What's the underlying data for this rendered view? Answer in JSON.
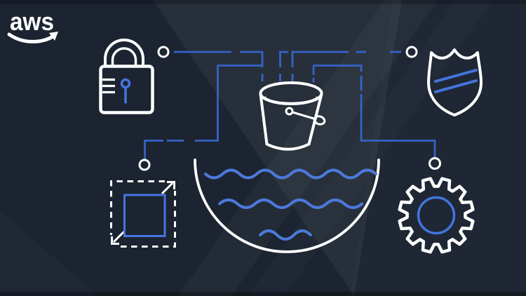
{
  "logo": {
    "text": "aws"
  },
  "colors": {
    "background": "#1B2430",
    "shard_light": "#27313F",
    "white": "#FFFFFF",
    "circuit_blue": "#3563C8",
    "accent_blue": "#4573DF",
    "wave_blue": "#4C79DA"
  },
  "icons": [
    {
      "name": "aws-logo",
      "meaning": "aws brand logo with smile arrow"
    },
    {
      "name": "lock-icon",
      "meaning": "security padlock with blue keyhole"
    },
    {
      "name": "shield-icon",
      "meaning": "protection shield with two blue stripes"
    },
    {
      "name": "bucket-icon",
      "meaning": "storage bucket with handle"
    },
    {
      "name": "bowl-icon",
      "meaning": "semicircle bowl of water"
    },
    {
      "name": "waves-icon",
      "meaning": "three blue water wave lines"
    },
    {
      "name": "resize-icon",
      "meaning": "dashed square with expand arrows and blue inner square"
    },
    {
      "name": "gear-icon",
      "meaning": "settings gear with blue center circle"
    },
    {
      "name": "node-circle",
      "meaning": "circuit connector node (4 instances)"
    },
    {
      "name": "circuit-lines",
      "meaning": "dashed blue connector lines pouring into bucket"
    }
  ]
}
